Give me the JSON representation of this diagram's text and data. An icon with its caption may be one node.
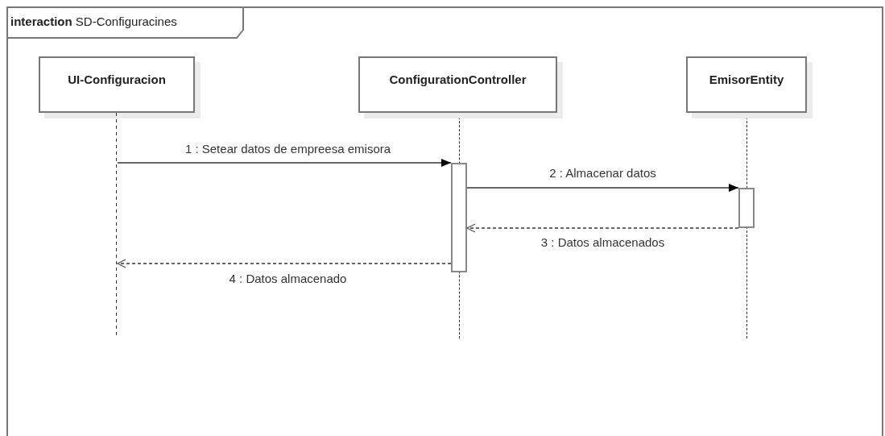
{
  "diagram": {
    "nodes": [
      {
        "text": [
          "**interaction** SD-Configuracines"
        ]
      },
      {
        "text": [
          "UI-Configuracion"
        ],
        "in": 0
      },
      {
        "text": [
          "ConfigurationController"
        ],
        "in": 0
      },
      {
        "text": [
          "EmisorEntity"
        ],
        "in": 0
      },
      {
        "text": [],
        "shape": "bar",
        "in": 0
      },
      {
        "text": [],
        "shape": "bar",
        "in": 0
      },
      {
        "text": [],
        "shape": "line",
        "in": 0
      }
    ],
    "edges": [
      {
        "from": 6,
        "to": 4,
        "arrow": "to",
        "label": "1 : Setear datos de empreesa emisora"
      },
      {
        "from": 4,
        "to": 5,
        "arrow": "to",
        "label": "2 : Almacenar datos"
      },
      {
        "from": 5,
        "to": 4,
        "arrow": "to",
        "label": "3 : Datos almacenados",
        "style": "dashed"
      },
      {
        "from": 4,
        "to": 6,
        "arrow": "to",
        "label": "4 : Datos almacenado",
        "style": "dashed"
      }
    ]
  }
}
